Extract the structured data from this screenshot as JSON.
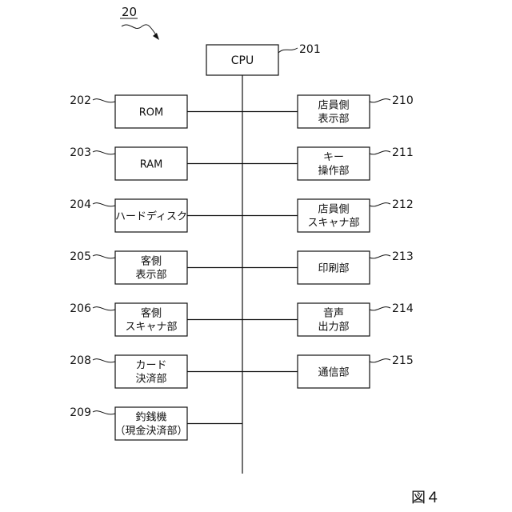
{
  "figure_number": "20",
  "figure_caption": "図４",
  "cpu": {
    "label": "CPU",
    "ref": "201"
  },
  "left_blocks": [
    {
      "id": "rom",
      "ref": "202",
      "lines": [
        "ROM"
      ]
    },
    {
      "id": "ram",
      "ref": "203",
      "lines": [
        "RAM"
      ]
    },
    {
      "id": "hard-disk",
      "ref": "204",
      "lines": [
        "ハードディスク"
      ]
    },
    {
      "id": "customer-display",
      "ref": "205",
      "lines": [
        "客側",
        "表示部"
      ]
    },
    {
      "id": "customer-scanner",
      "ref": "206",
      "lines": [
        "客側",
        "スキャナ部"
      ]
    },
    {
      "id": "card-payment",
      "ref": "208",
      "lines": [
        "カード",
        "決済部"
      ]
    },
    {
      "id": "change-machine",
      "ref": "209",
      "lines": [
        "釣銭機",
        "（現金決済部）"
      ]
    }
  ],
  "right_blocks": [
    {
      "id": "clerk-display",
      "ref": "210",
      "lines": [
        "店員側",
        "表示部"
      ]
    },
    {
      "id": "key-operation",
      "ref": "211",
      "lines": [
        "キー",
        "操作部"
      ]
    },
    {
      "id": "clerk-scanner",
      "ref": "212",
      "lines": [
        "店員側",
        "スキャナ部"
      ]
    },
    {
      "id": "printer",
      "ref": "213",
      "lines": [
        "印刷部"
      ]
    },
    {
      "id": "audio-output",
      "ref": "214",
      "lines": [
        "音声",
        "出力部"
      ]
    },
    {
      "id": "communication",
      "ref": "215",
      "lines": [
        "通信部"
      ]
    }
  ],
  "colors": {
    "line": "#111111",
    "background": "#ffffff"
  }
}
